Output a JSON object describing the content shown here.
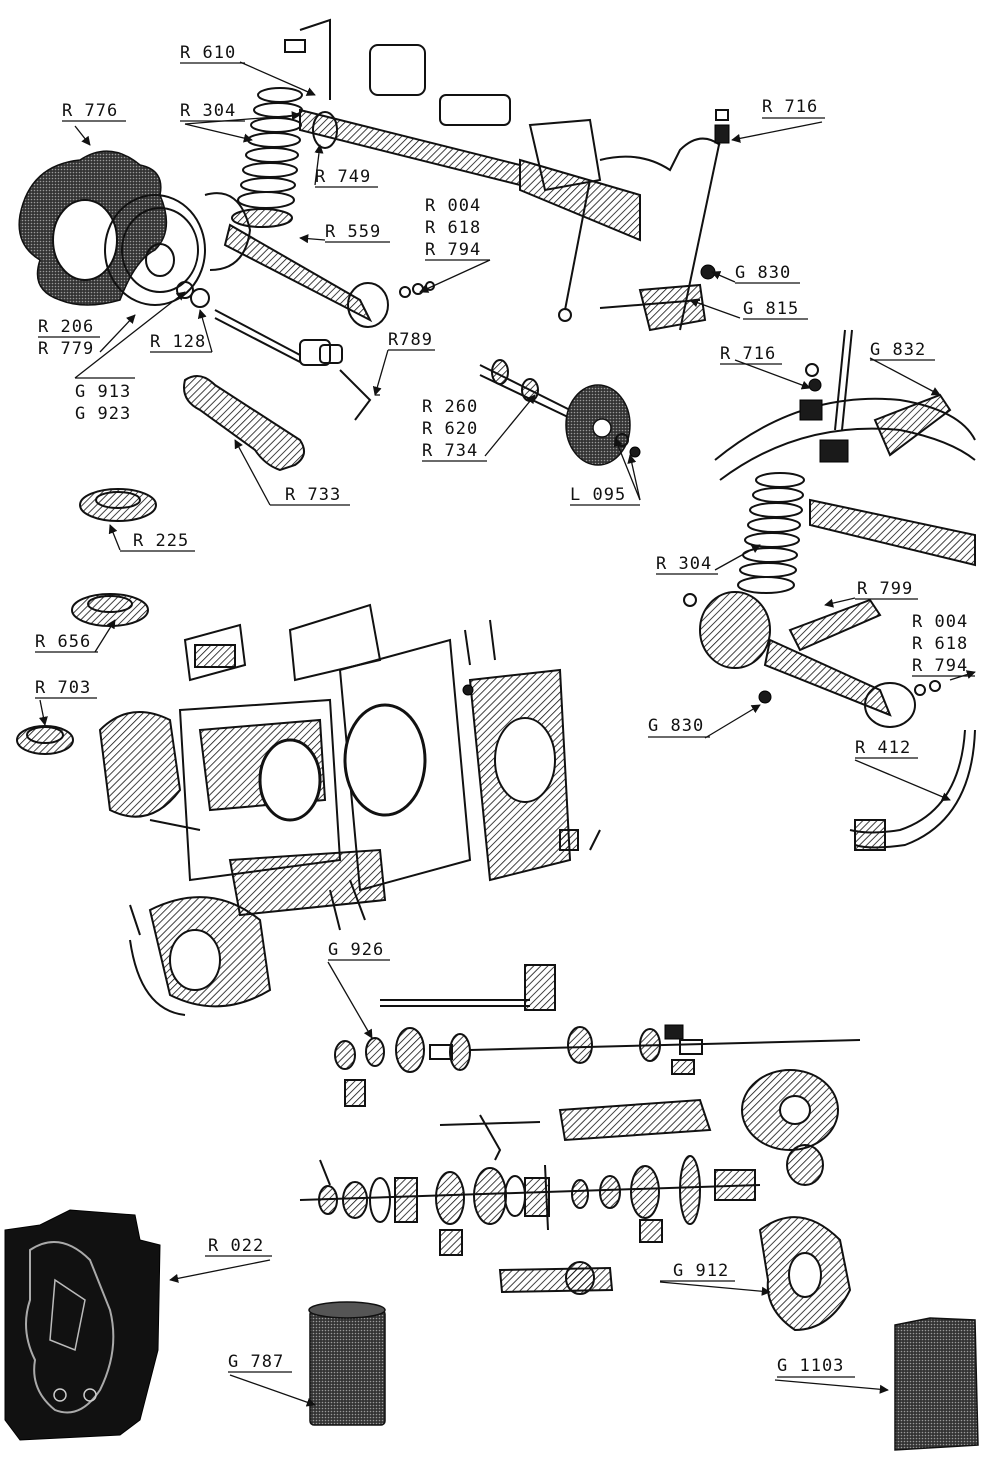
{
  "colors": {
    "ink": "#111111",
    "paper": "#ffffff"
  },
  "labels": {
    "r610": "R 610",
    "r776": "R 776",
    "r304_top": "R 304",
    "r749": "R 749",
    "r716_top": "R 716",
    "r559": "R 559",
    "r004_a": "R 004",
    "r618_a": "R 618",
    "r794_a": "R 794",
    "g830_top": "G 830",
    "g815": "G 815",
    "r206": "R 206",
    "r779": "R 779",
    "r128": "R 128",
    "r789": "R789",
    "g913": "G 913",
    "g923": "G 923",
    "r716_mid": "R 716",
    "g832": "G 832",
    "r260": "R 260",
    "r620": "R 620",
    "r734": "R 734",
    "l095": "L 095",
    "r733": "R 733",
    "r225": "R 225",
    "r304_mid": "R 304",
    "r799": "R 799",
    "r656": "R 656",
    "r004_b": "R 004",
    "r618_b": "R 618",
    "r794_b": "R 794",
    "r703": "R 703",
    "g830_mid": "G 830",
    "r412": "R 412",
    "g926": "G 926",
    "r022": "R 022",
    "g912": "G 912",
    "g787": "G 787",
    "g1103": "G 1103"
  }
}
